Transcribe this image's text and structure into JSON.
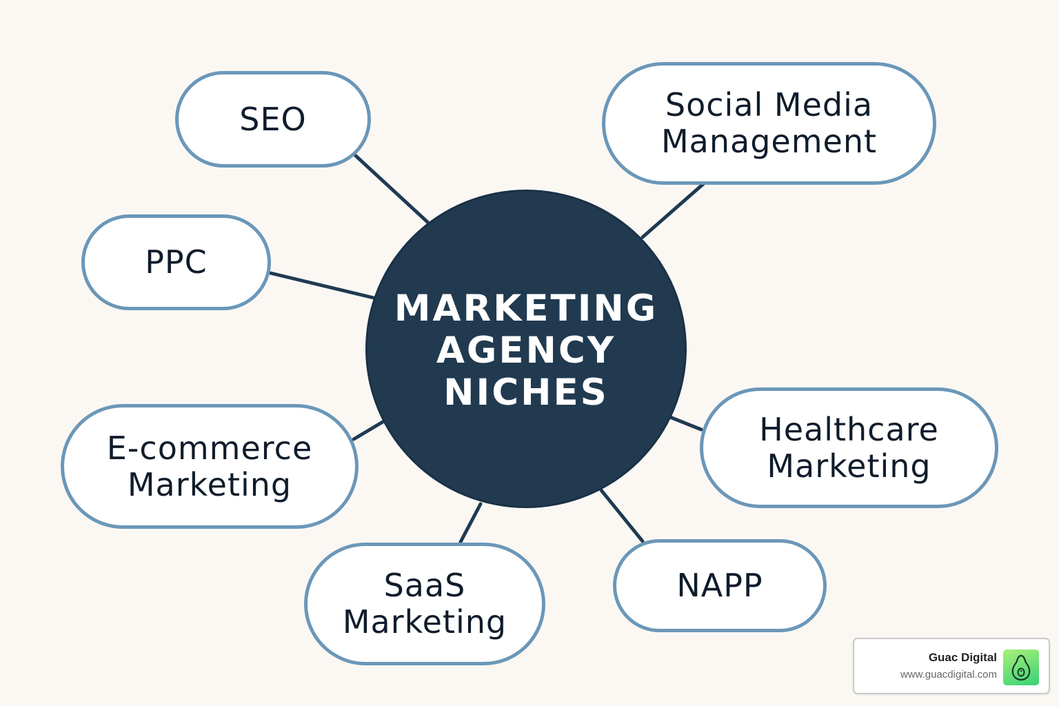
{
  "diagram": {
    "center": {
      "label": "MARKETING\nAGENCY\nNICHES"
    },
    "nodes": [
      {
        "id": "seo",
        "label": "SEO"
      },
      {
        "id": "social",
        "label": "Social Media\nManagement"
      },
      {
        "id": "ppc",
        "label": "PPC"
      },
      {
        "id": "ecom",
        "label": "E-commerce\nMarketing"
      },
      {
        "id": "health",
        "label": "Healthcare\nMarketing"
      },
      {
        "id": "saas",
        "label": "SaaS\nMarketing"
      },
      {
        "id": "napp",
        "label": "NAPP"
      }
    ]
  },
  "brand": {
    "name": "Guac Digital",
    "url": "www.guacdigital.com",
    "logo_icon": "avocado-icon"
  },
  "colors": {
    "background": "#fbf8f4",
    "center_fill": "#213a50",
    "node_border": "#6b97b8",
    "connector": "#1f3a52",
    "text": "#0f1c2b",
    "logo_green": "#37d277"
  }
}
